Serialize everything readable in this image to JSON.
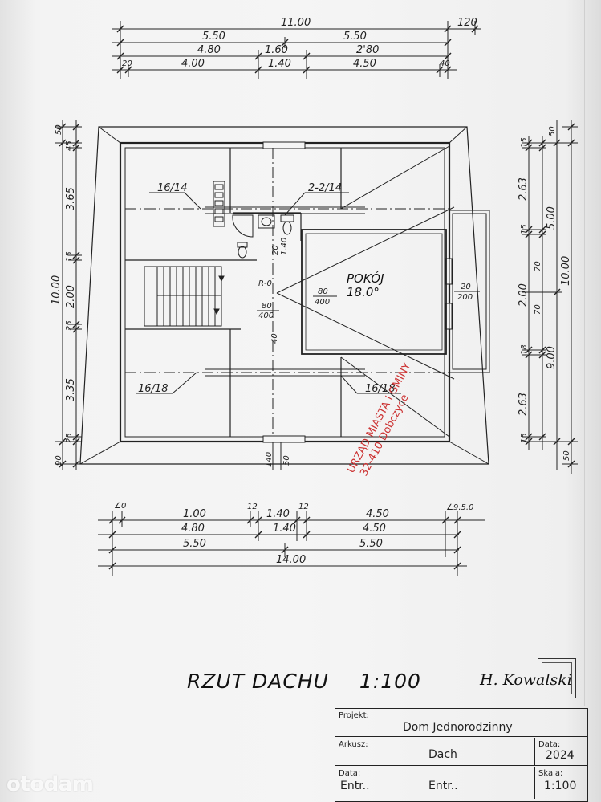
{
  "top_dims": {
    "row1": {
      "total": "11.00",
      "end": "120"
    },
    "row2": {
      "a": "5.50",
      "b": "5.50"
    },
    "row3": {
      "a": "4.80",
      "b": "1.60",
      "c": "2'80"
    },
    "row4": {
      "a": "20",
      "b": "4.00",
      "c": "1.40",
      "d": "4.50",
      "e": "40"
    }
  },
  "left_dims": {
    "a": "50",
    "b": "45",
    "c": "3.65",
    "d": "10.00",
    "e": "15",
    "f": "2.00",
    "g": "25",
    "h": "3.35",
    "i": "25",
    "j": "90"
  },
  "right_dims": {
    "a": "15",
    "b": "2.63",
    "c": "15",
    "d": "2.00",
    "e": "70",
    "f": "70",
    "g": "18",
    "h": "2.63",
    "i": "15",
    "j": "50",
    "k": "5.00",
    "l": "10.00",
    "m": "9.00",
    "n": "50"
  },
  "rooms": {
    "pokoj_name": "POKÓJ",
    "pokoj_area": "18.0°",
    "label_nw": "16/14",
    "label_bath": "2-2/14",
    "label_sw": "16/18",
    "label_se": "16/18",
    "r0": "R-0",
    "door1_top": "80",
    "door1_bot": "400",
    "door2_top": "80",
    "door2_bot": "400",
    "win_top": "20",
    "win_bot": "200",
    "n20": "20",
    "n140": "1.40",
    "n40": "40",
    "bot_140": "140",
    "bot_50": "50"
  },
  "stamp": {
    "line1": "URZĄD MIASTA i GMINY",
    "line2": "32-410 Dobczyce"
  },
  "bottom_dims": {
    "row1": {
      "angle_l": "∠0",
      "a": "1.00",
      "s1": "12",
      "b": "1.40",
      "s2": "12",
      "c": "4.50",
      "angle_r": "∠9.5.0"
    },
    "row2": {
      "a": "4.80",
      "b": "1.40",
      "c": "4.50"
    },
    "row3": {
      "a": "5.50",
      "b": "5.50"
    },
    "row4": {
      "total": "14.00"
    }
  },
  "title": {
    "name": "RZUT DACHU",
    "scale": "1:100"
  },
  "signature": "H. Kowalski",
  "title_block": {
    "projekt_label": "Projekt:",
    "projekt_value": "Dom Jednorodzinny",
    "arkusz_label": "Arkusz:",
    "arkusz_value": "Dach",
    "data_label": "Data:",
    "data_value": "2024",
    "data2_label": "Data:",
    "data2_value": "Entr..",
    "value2": "Entr..",
    "skala_label": "Skala:",
    "skala_value": "1:100"
  },
  "watermark": "otodam"
}
